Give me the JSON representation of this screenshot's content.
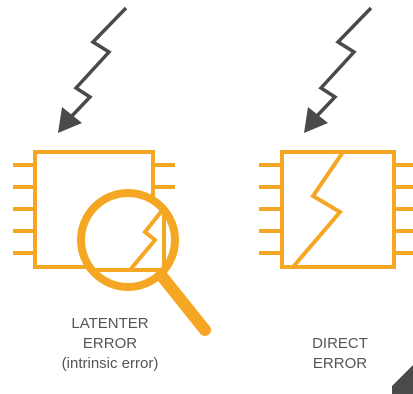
{
  "colors": {
    "chip": "#F5A623",
    "arrow": "#4a4a4a",
    "label": "#555555",
    "background": "#ffffff"
  },
  "icons": [
    "lightning-arrow-icon",
    "chip-icon",
    "magnifying-glass-icon",
    "crack-icon"
  ],
  "labels": {
    "latent": {
      "line1": "LATENTER",
      "line2": "ERROR",
      "line3": "(intrinsic error)"
    },
    "direct": {
      "line1": "DIRECT",
      "line2": "ERROR"
    }
  }
}
